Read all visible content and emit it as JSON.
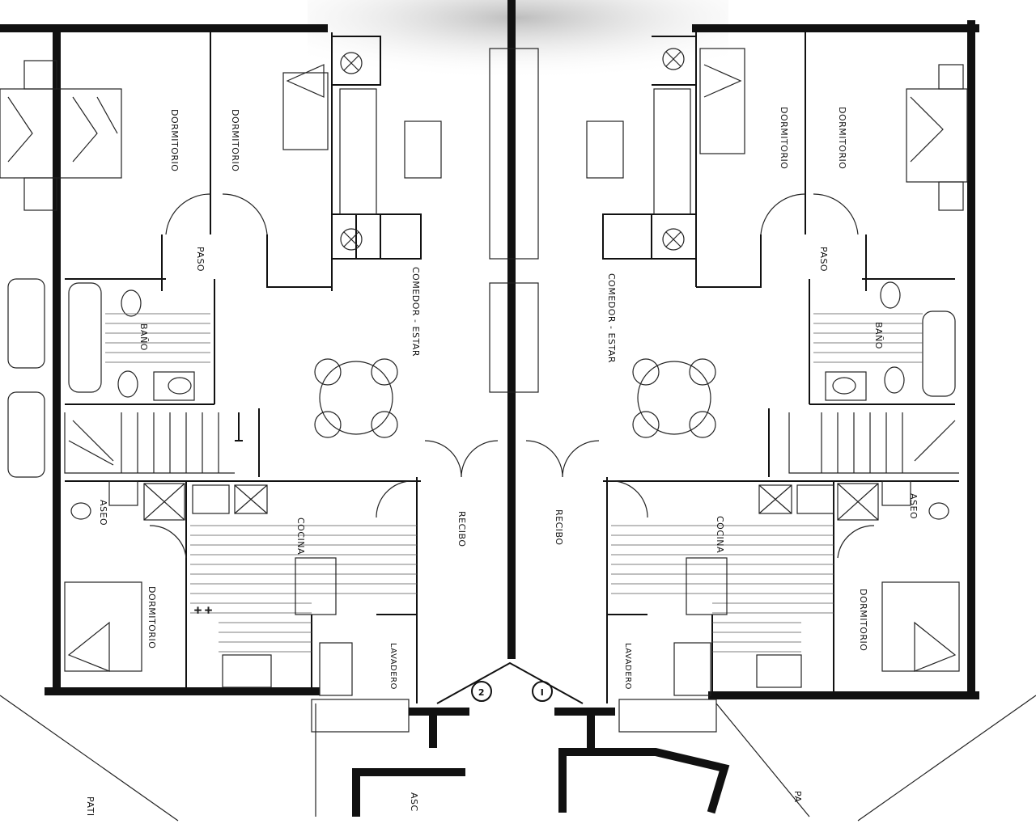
{
  "rooms": {
    "left": {
      "dormitorio_master": "DORMITORIO",
      "dormitorio_2": "DORMITORIO",
      "paso": "PASO",
      "bano": "BAÑO",
      "comedor_estar": "COMEDOR - ESTAR",
      "aseo": "ASEO",
      "cocina": "COCINA",
      "dormitorio_3": "DORMITORIO",
      "recibo": "RECIBO",
      "lavadero": "LAVADERO"
    },
    "right": {
      "dormitorio_master": "DORMITORIO",
      "dormitorio_2": "DORMITORIO",
      "paso": "PASO",
      "bano": "BAÑO",
      "comedor_estar": "COMEDOR - ESTAR",
      "aseo": "ASEO",
      "cocina": "COCINA",
      "dormitorio_3": "DORMITORIO",
      "recibo": "RECIBO",
      "lavadero": "LAVADERO"
    }
  },
  "unit_markers": {
    "left": "2",
    "right": "I"
  },
  "exterior": {
    "patio_left": "PATI",
    "ascensor": "ASC",
    "patio_right": "PA"
  }
}
